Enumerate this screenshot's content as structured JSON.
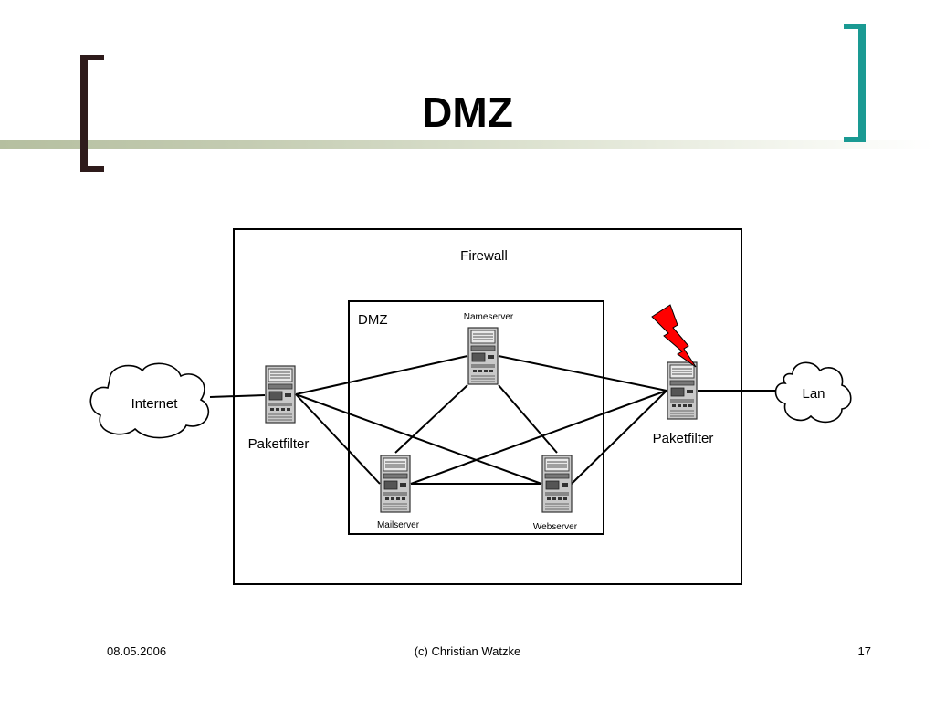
{
  "slide": {
    "title": "DMZ"
  },
  "diagram": {
    "firewall_label": "Firewall",
    "dmz_label": "DMZ",
    "nodes": {
      "internet": "Internet",
      "lan": "Lan",
      "paketfilter_left": "Paketfilter",
      "paketfilter_right": "Paketfilter",
      "nameserver": "Nameserver",
      "mailserver": "Mailserver",
      "webserver": "Webserver"
    },
    "colors": {
      "lightning": "#ff0000",
      "server_body": "#9a9a9a",
      "server_shade": "#d9d9d9"
    }
  },
  "footer": {
    "date": "08.05.2006",
    "author": "(c) Christian Watzke",
    "page": "17"
  },
  "accent_colors": {
    "left_bracket": "#2e1b1b",
    "right_bracket": "#1a9a93"
  }
}
